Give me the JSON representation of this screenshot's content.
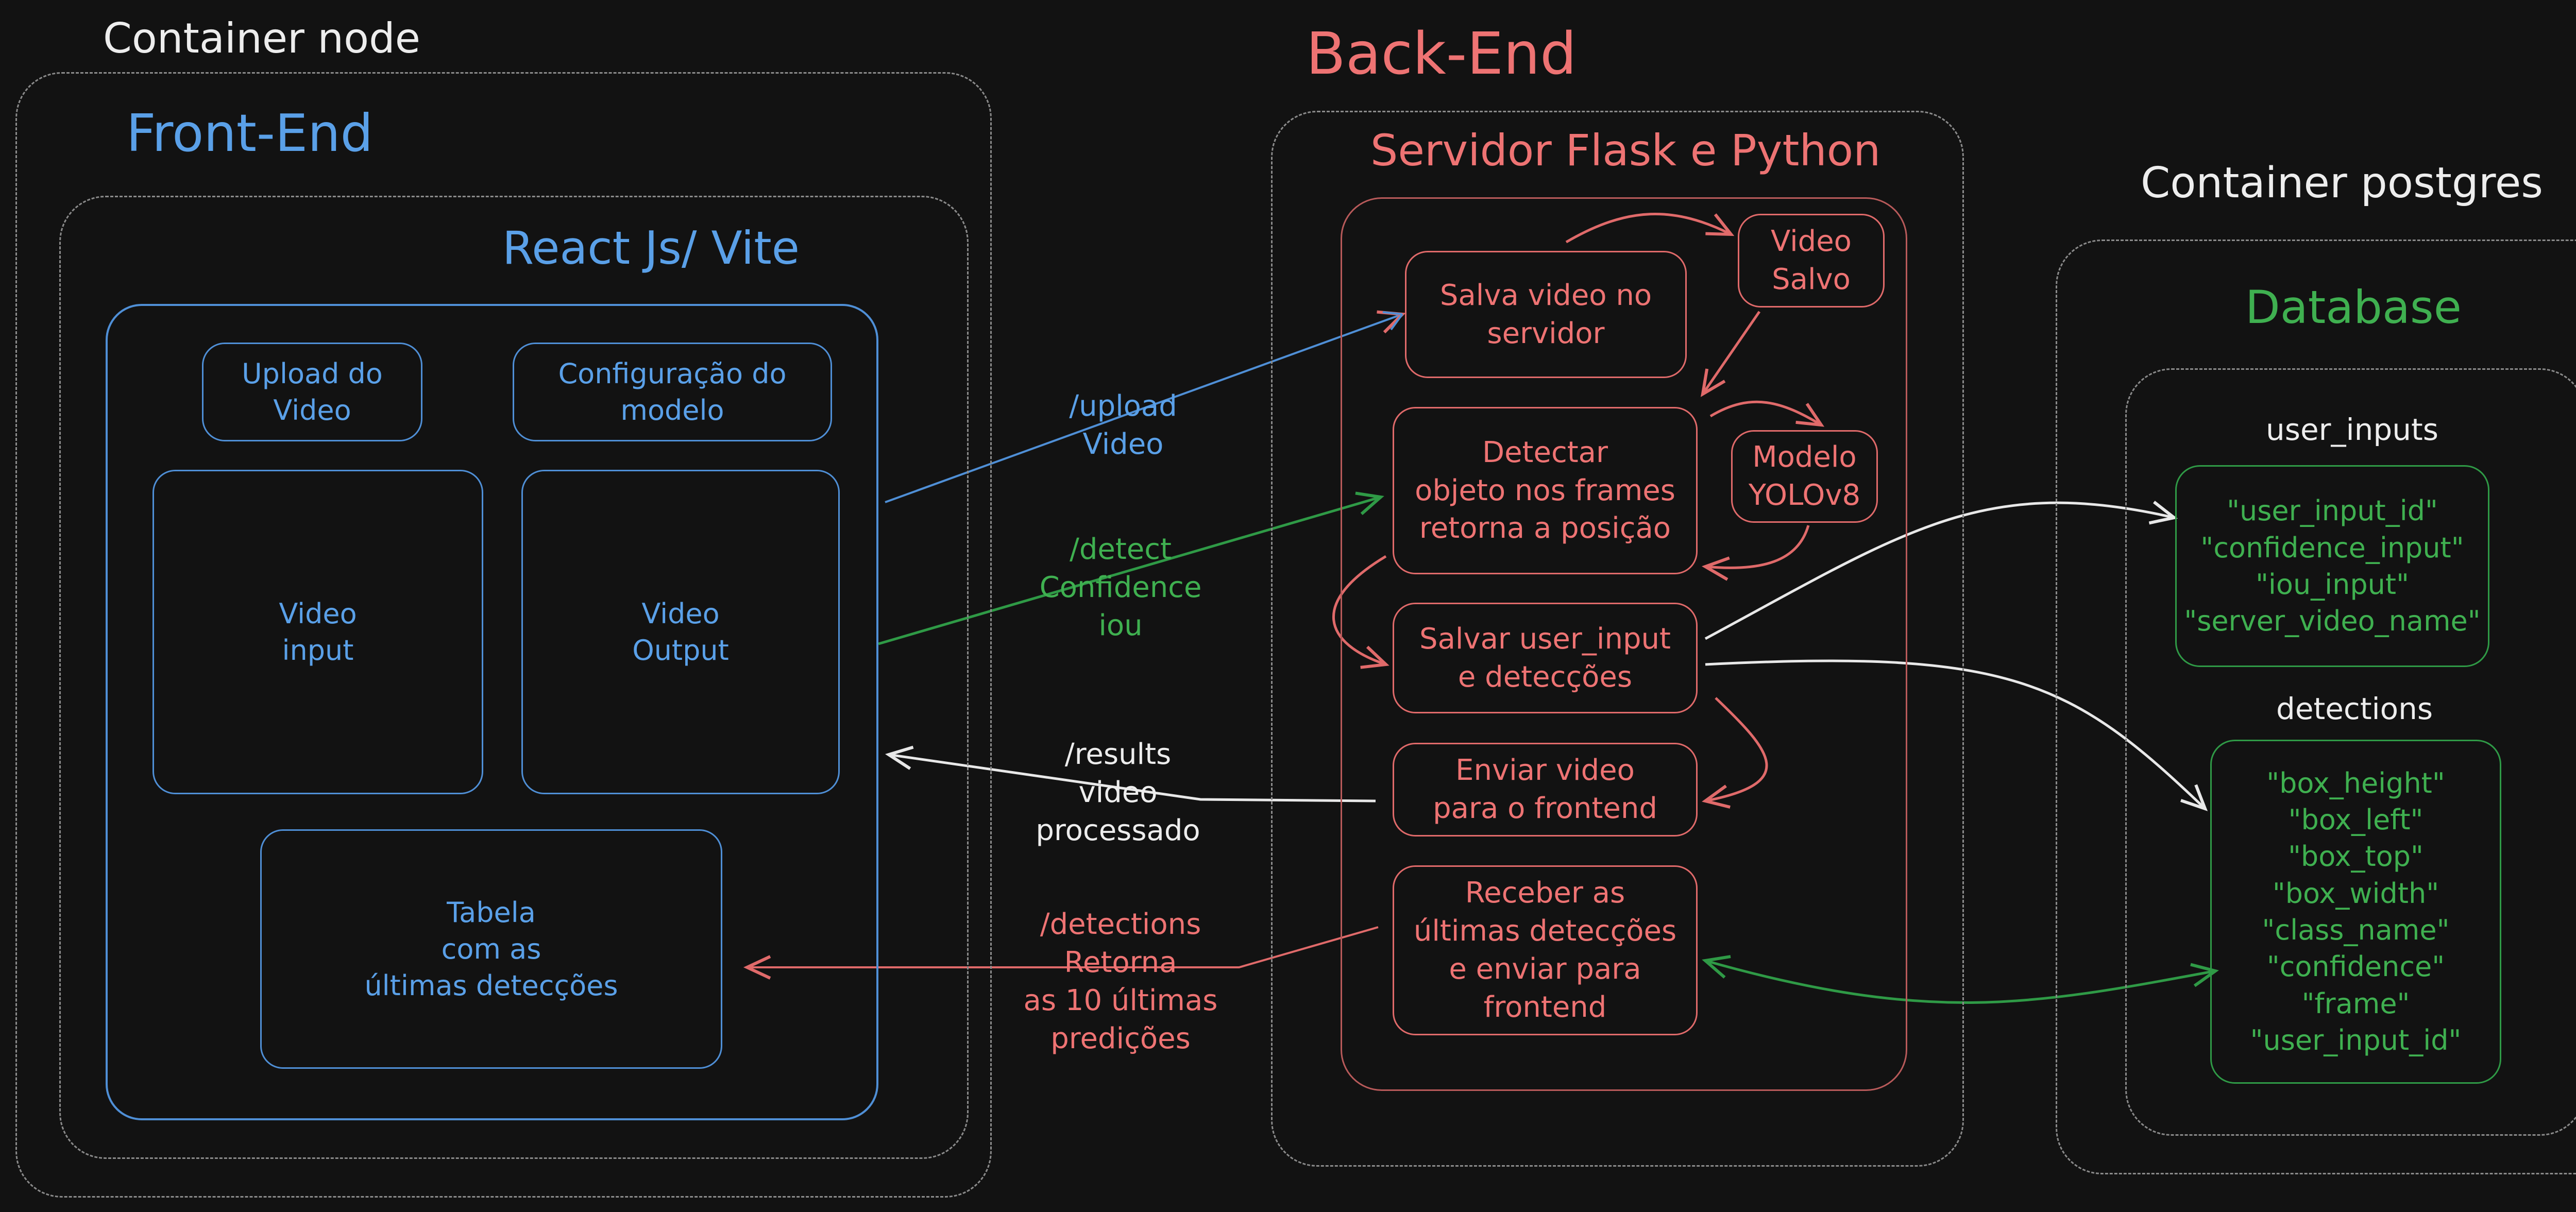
{
  "colors": {
    "background": "#121212",
    "frontend": "#5aa0e8",
    "backend": "#ee7373",
    "database": "#3fb050",
    "neutral": "#ededed",
    "dashed_border": "#8a8a8a"
  },
  "node_container": {
    "title": "Container node",
    "frontend_title": "Front-End",
    "react_title": "React Js/ Vite",
    "components": {
      "upload": "Upload do\nVideo",
      "config": "Configuração do\nmodelo",
      "video_input": "Video\ninput",
      "video_output": "Video\nOutput",
      "table": "Tabela\ncom as\núltimas detecções"
    }
  },
  "backend": {
    "title": "Back-End",
    "server_title": "Servidor Flask e Python",
    "steps": {
      "save_video": "Salva video no\nservidor",
      "video_saved": "Video\nSalvo",
      "detect": "Detectar\nobjeto nos frames\nretorna a posição",
      "model": "Modelo\nYOLOv8",
      "save_inputs": "Salvar user_input\ne detecções",
      "send_video": "Enviar video\npara o frontend",
      "receive": "Receber as\núltimas detecções\ne enviar para\nfrontend"
    }
  },
  "endpoints": {
    "upload": "/upload\nVideo",
    "detect": "/detect\nConfidence\niou",
    "results": "/results\nvideo\nprocessado",
    "detections": "/detections\nRetorna\nas 10 últimas\npredições"
  },
  "postgres": {
    "title": "Container postgres",
    "database_title": "Database",
    "user_inputs": {
      "name": "user_inputs",
      "fields": "\"user_input_id\"\n\"confidence_input\"\n\"iou_input\"\n\"server_video_name\""
    },
    "detections": {
      "name": "detections",
      "fields": "\"box_height\"\n\"box_left\"\n\"box_top\"\n\"box_width\"\n\"class_name\"\n\"confidence\"\n\"frame\"\n\"user_input_id\""
    }
  }
}
